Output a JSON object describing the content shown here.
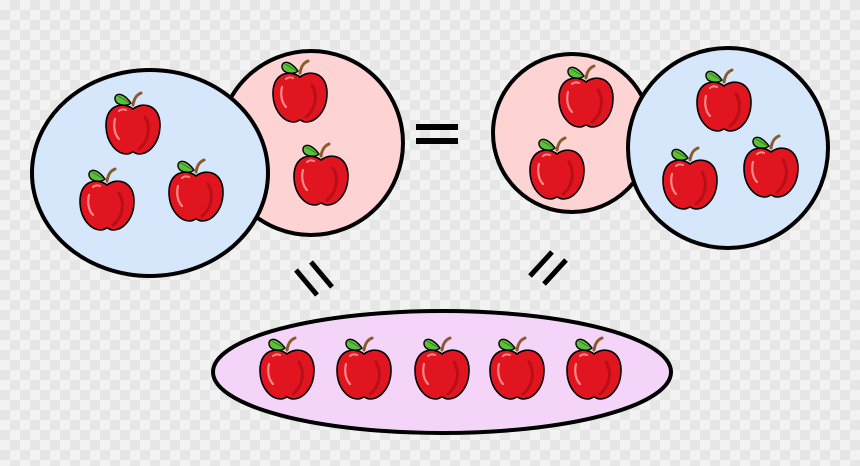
{
  "colors": {
    "blue_group": "#d6e6fb",
    "pink_group": "#fdd4d3",
    "purple_group": "#f5d4fa",
    "outline": "#000000",
    "apple_red": "#e0151f",
    "apple_dark": "#b80f17",
    "leaf_green": "#5bbf3a",
    "stem_brown": "#8a5a2b"
  },
  "groups": {
    "left_blue": {
      "apple_count": 3,
      "icon": "apple-icon"
    },
    "left_pink": {
      "apple_count": 2,
      "icon": "apple-icon"
    },
    "right_pink": {
      "apple_count": 2,
      "icon": "apple-icon"
    },
    "right_blue": {
      "apple_count": 3,
      "icon": "apple-icon"
    },
    "bottom_total": {
      "apple_count": 5,
      "icon": "apple-icon"
    }
  },
  "symbols": {
    "top_equals": "equals-sign-icon",
    "left_equals": "equals-sign-icon",
    "right_equals": "equals-sign-icon"
  }
}
